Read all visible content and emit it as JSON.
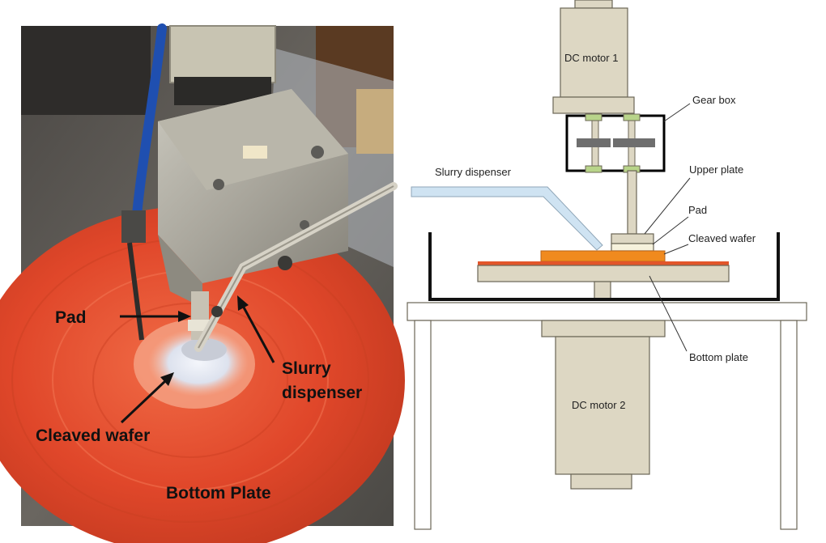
{
  "photo": {
    "labels": {
      "pad": "Pad",
      "slurry_line1": "Slurry",
      "slurry_line2": "dispenser",
      "cleaved_wafer": "Cleaved wafer",
      "bottom_plate": "Bottom Plate"
    }
  },
  "schematic": {
    "labels": {
      "dc_motor_1": "DC motor 1",
      "gear_box": "Gear box",
      "slurry_dispenser": "Slurry dispenser",
      "upper_plate": "Upper plate",
      "pad": "Pad",
      "cleaved_wafer": "Cleaved wafer",
      "bottom_plate": "Bottom plate",
      "dc_motor_2": "DC motor 2"
    }
  },
  "colors": {
    "photo_disc": "#e0472a",
    "photo_bg": "#3d3b38",
    "schematic_fill": "#ddd7c3",
    "schematic_stroke": "#6b6656",
    "wafer_orange": "#f08a1e",
    "plate_red": "#e2552a",
    "gear_green": "#b8d48a",
    "dispenser_blue": "#cfe3f2"
  }
}
